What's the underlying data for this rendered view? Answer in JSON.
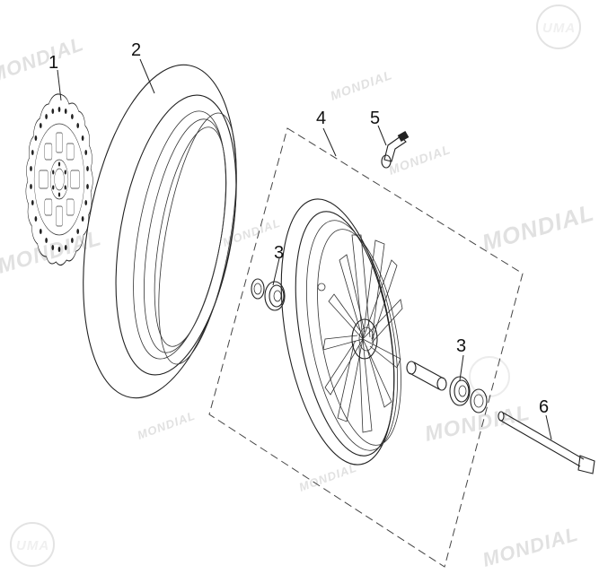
{
  "callouts": {
    "c1": "1",
    "c2": "2",
    "c3a": "3",
    "c3b": "3",
    "c4": "4",
    "c5": "5",
    "c6": "6"
  },
  "watermark": {
    "brand": "MONDIAL",
    "logo": "UMA"
  }
}
